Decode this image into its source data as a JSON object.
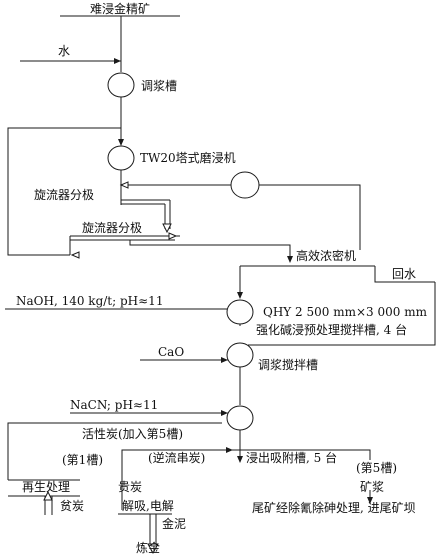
{
  "labels": {
    "feed": "难浸金精矿",
    "water": "水",
    "slurry_tank_1": "调浆槽",
    "tower_mill": "TW20塔式磨浸机",
    "cyclone_1": "旋流器分极",
    "cyclone_2": "旋流器分极",
    "thickener": "高效浓密机",
    "return_water": "回水",
    "naoh": "NaOH, 140 kg/t; pH≈11",
    "agitator_spec": "QHY 2 500 mm×3 000 mm",
    "agitator_desc": "强化碱浸预处理搅拌槽, 4 台",
    "cao": "CaO",
    "slurry_tank_2": "调浆搅拌槽",
    "nacn": "NaCN; pH≈11",
    "carbon_add": "活性炭(加入第5槽)",
    "tank_1": "(第1槽)",
    "countercurrent": "(逆流串炭)",
    "leach_adsorb": "浸出吸附槽, 5 台",
    "tank_5": "(第5槽)",
    "regeneration": "再生处理",
    "loaded_carbon": "贵炭",
    "ore_slurry": "矿浆",
    "barren_carbon": "贫炭",
    "desorption": "解吸,电解",
    "tailings": "尾矿经除氰除砷处理, 进尾矿坝",
    "gold_mud": "金泥",
    "smelting": "炼金"
  }
}
